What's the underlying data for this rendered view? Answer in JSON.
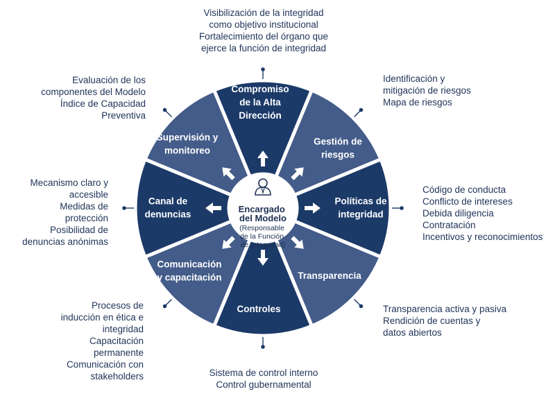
{
  "colors": {
    "dark": "#1c3a68",
    "mid": "#445c8a",
    "separator": "#ffffff",
    "center_bg": "#ffffff",
    "center_text": "#1c2f52",
    "arrow": "#ffffff",
    "connector": "#1c3a68",
    "annotation_text": "#1f3358"
  },
  "center": {
    "icon": "person-icon",
    "title": [
      "Encargado",
      "del Modelo"
    ],
    "subtitle": [
      "(Responsable",
      "de la Función",
      "de Integridad)"
    ]
  },
  "segments": [
    {
      "key": "compromiso",
      "color": "dark",
      "label": [
        "Compromiso",
        "de la Alta",
        "Dirección"
      ]
    },
    {
      "key": "gestion",
      "color": "mid",
      "label": [
        "Gestión de",
        "riesgos"
      ]
    },
    {
      "key": "politicas",
      "color": "dark",
      "label": [
        "Políticas de",
        "integridad"
      ]
    },
    {
      "key": "transparencia",
      "color": "mid",
      "label": [
        "Transparencia"
      ]
    },
    {
      "key": "controles",
      "color": "dark",
      "label": [
        "Controles"
      ]
    },
    {
      "key": "comunicacion",
      "color": "mid",
      "label": [
        "Comunicación",
        "y capacitación"
      ]
    },
    {
      "key": "canal",
      "color": "dark",
      "label": [
        "Canal de",
        "denuncias"
      ]
    },
    {
      "key": "supervision",
      "color": "mid",
      "label": [
        "Supervisión y",
        "monitoreo"
      ]
    }
  ],
  "annotations": {
    "compromiso": [
      "Visibilización de la integridad",
      "como objetivo institucional",
      "Fortalecimiento del órgano que",
      "ejerce la función de integridad"
    ],
    "gestion": [
      "Identificación y",
      "mitigación de riesgos",
      "Mapa de riesgos"
    ],
    "politicas": [
      "Código de conducta",
      "Conflicto de intereses",
      "Debida diligencia",
      "Contratación",
      "Incentivos y reconocimientos"
    ],
    "transparencia": [
      "Transparencia activa y pasiva",
      "Rendición de cuentas y",
      "datos abiertos"
    ],
    "controles": [
      "Sistema de control interno",
      "Control gubernamental"
    ],
    "comunicacion": [
      "Procesos de",
      "inducción en ética e",
      "integridad",
      "Capacitación",
      "permanente",
      "Comunicación con",
      "stakeholders"
    ],
    "canal": [
      "Mecanismo claro y",
      "accesible",
      "Medidas de",
      "protección",
      "Posibilidad de",
      "denuncias anónimas"
    ],
    "supervision": [
      "Evaluación de los",
      "componentes del Modelo",
      "Índice de Capacidad",
      "Preventiva"
    ]
  }
}
